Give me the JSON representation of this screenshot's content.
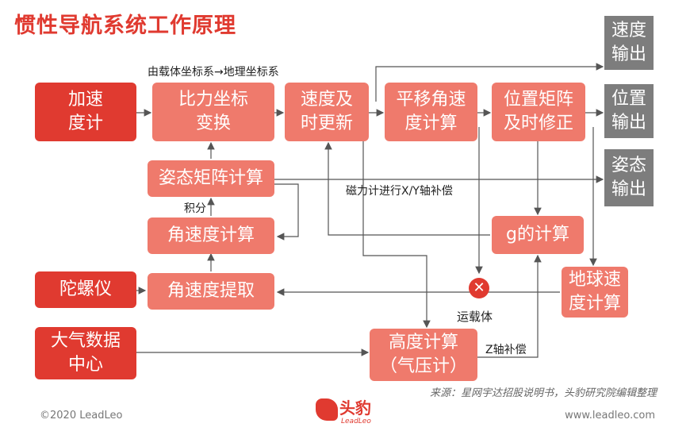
{
  "title": "惯性导航系统工作原理",
  "boxes": {
    "acc": "加速\n度计",
    "bili": "比力坐标\n变换",
    "sudu": "速度及\n时更新",
    "pingyi": "平移角速\n度计算",
    "weizhi": "位置矩阵\n及时修正",
    "zitai_matrix": "姿态矩阵计算",
    "jiaosudu_calc": "角速度计算",
    "g": "g的计算",
    "tuoluo": "陀螺仪",
    "jiaosudu_tiqu": "角速度提取",
    "diqiu": "地球速\n度计算",
    "daqi": "大气数据\n中心",
    "gaodu": "高度计算\n（气压计）",
    "out_sudu": "速度\n输出",
    "out_weizhi": "位置\n输出",
    "out_zitai": "姿态\n输出"
  },
  "labels": {
    "coord": "由载体坐标系→地理坐标系",
    "jifen": "积分",
    "cili": "磁力计进行X/Y轴补偿",
    "yunzai": "运载体",
    "zaxis": "Z轴补偿",
    "xmark": "✕"
  },
  "source": "来源：星网宇达招股说明书，头豹研究院编辑整理",
  "footer": {
    "copyright": "©2020 LeadLeo",
    "url": "www.leadleo.com",
    "logo_text": "头豹",
    "logo_sub": "LeadLeo"
  }
}
